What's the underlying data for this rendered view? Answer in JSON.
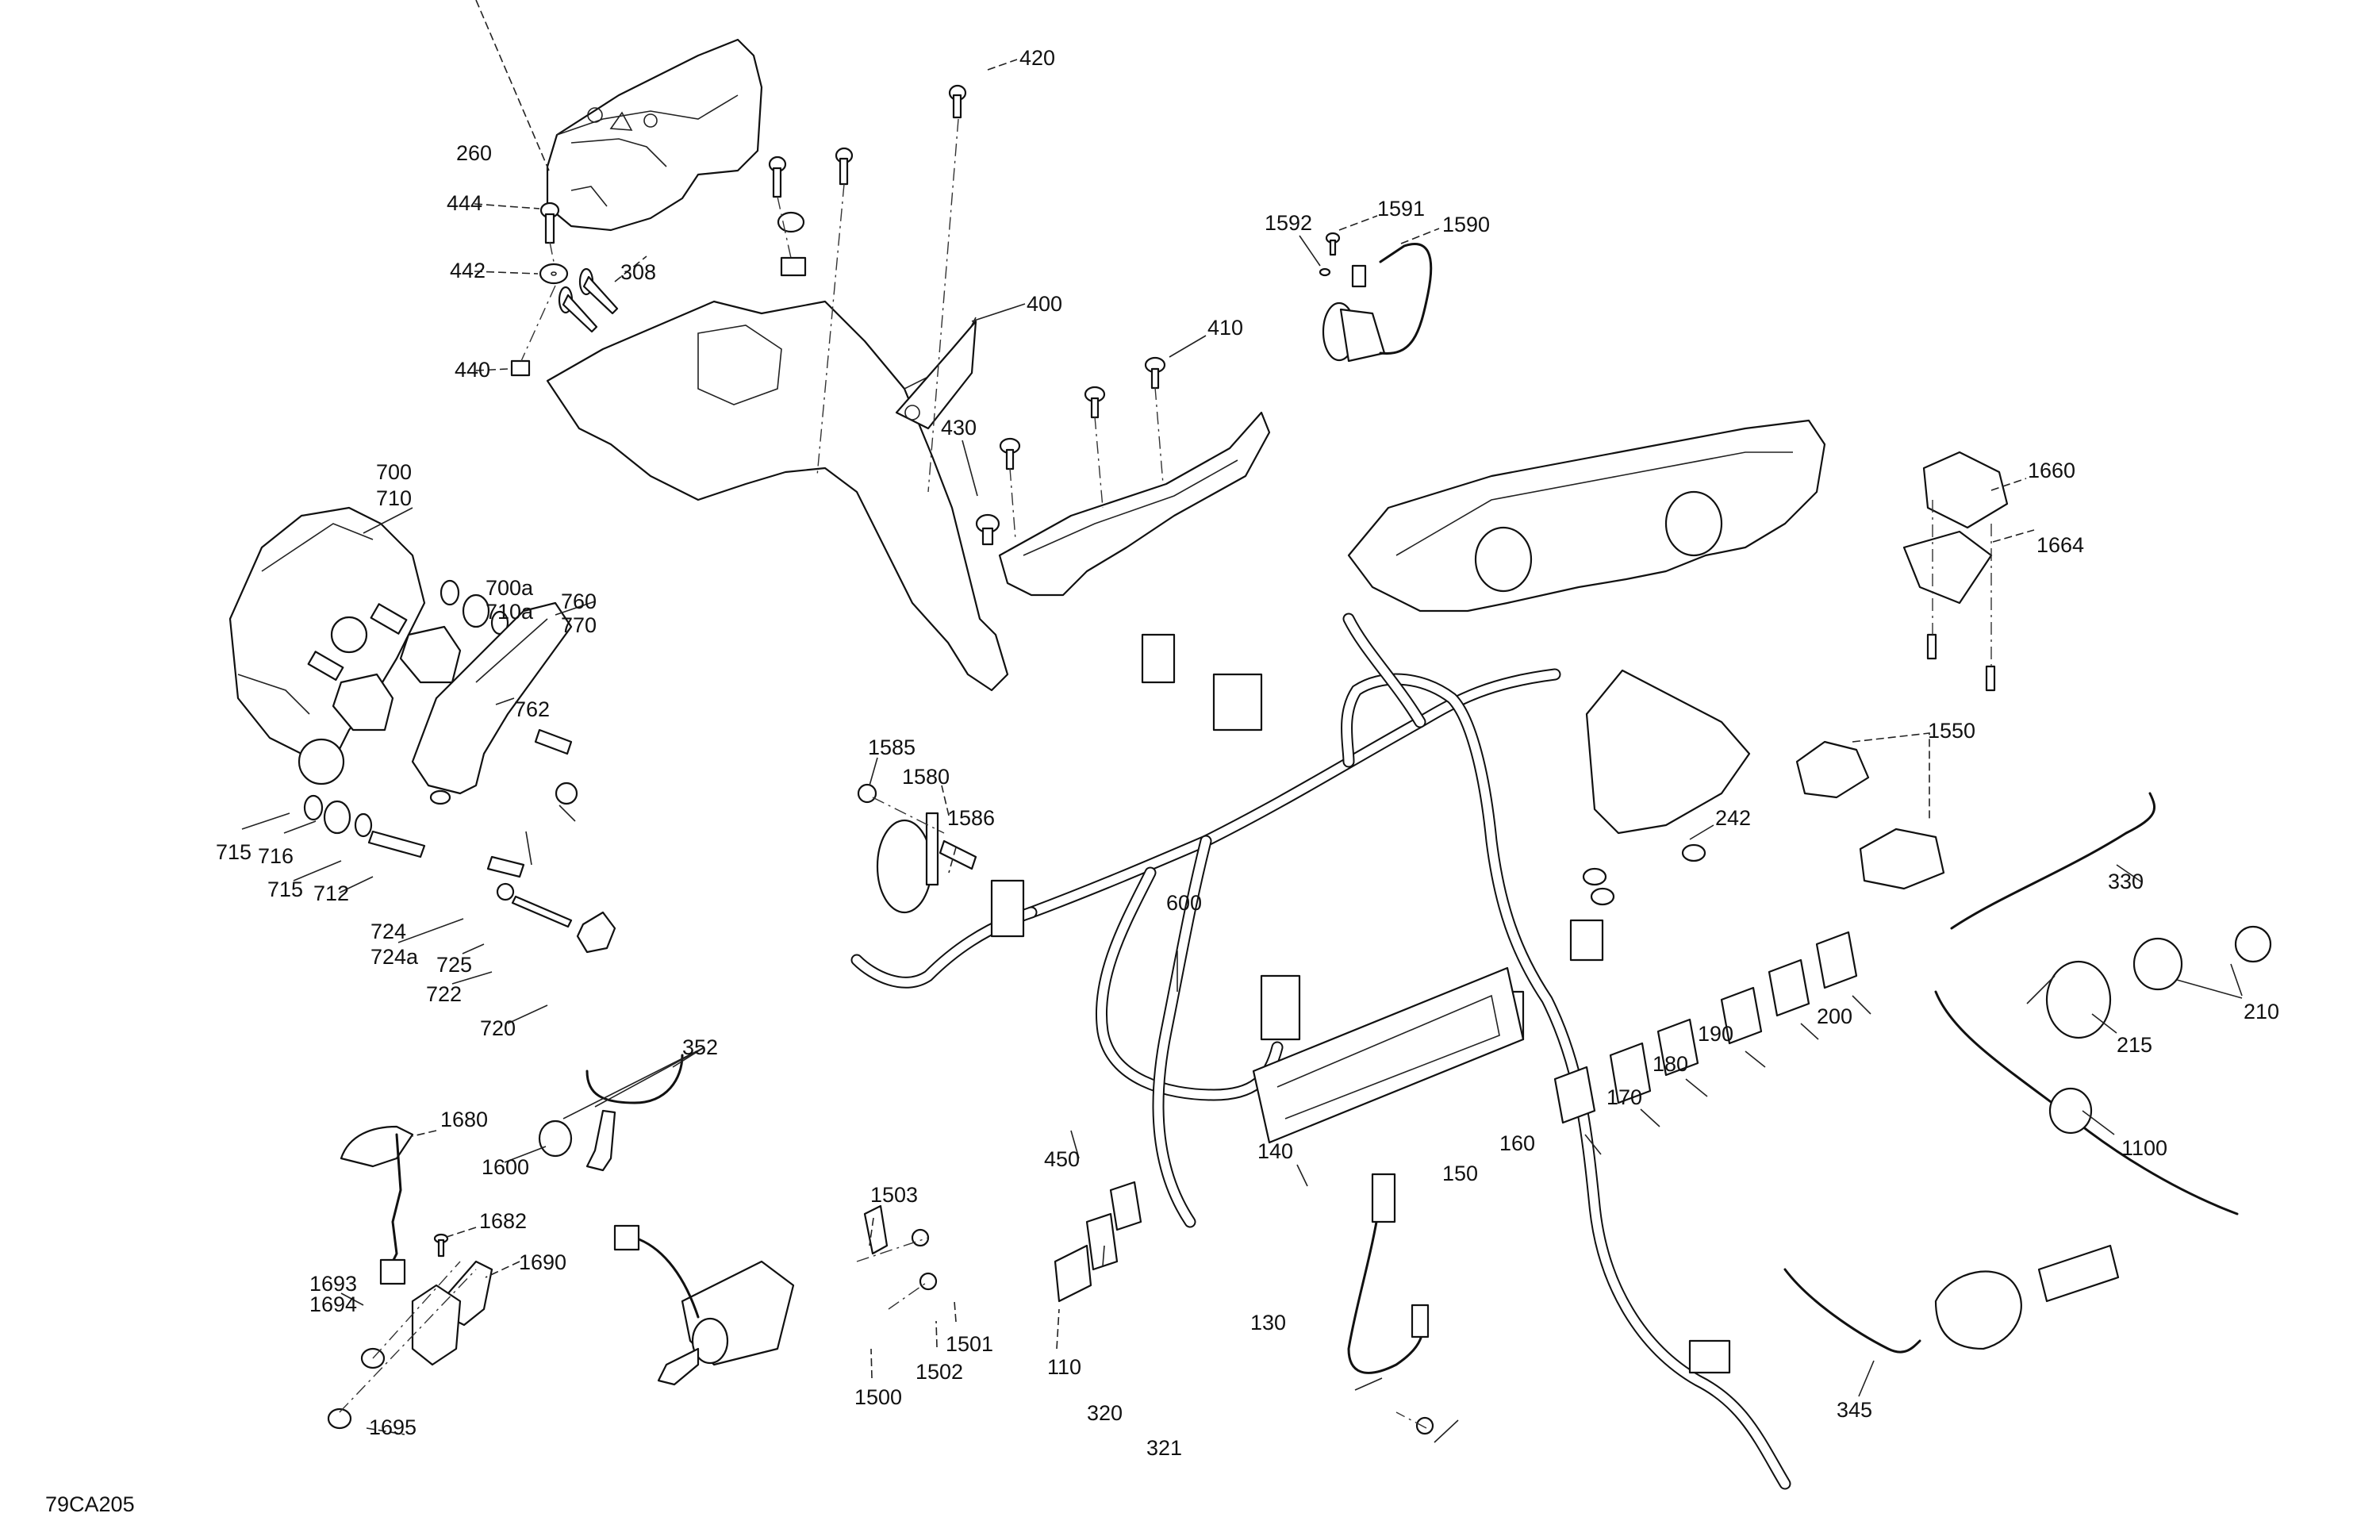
{
  "figure": {
    "reference_code": "79CA205",
    "type": "exploded-parts-diagram"
  },
  "callouts": [
    {
      "id": "c420",
      "label": "420"
    },
    {
      "id": "c260",
      "label": "260"
    },
    {
      "id": "c444",
      "label": "444"
    },
    {
      "id": "c442",
      "label": "442"
    },
    {
      "id": "c308",
      "label": "308"
    },
    {
      "id": "c440",
      "label": "440"
    },
    {
      "id": "c400",
      "label": "400"
    },
    {
      "id": "c410",
      "label": "410"
    },
    {
      "id": "c430",
      "label": "430"
    },
    {
      "id": "c1592",
      "label": "1592"
    },
    {
      "id": "c1591",
      "label": "1591"
    },
    {
      "id": "c1590",
      "label": "1590"
    },
    {
      "id": "c700",
      "label": "700"
    },
    {
      "id": "c710",
      "label": "710"
    },
    {
      "id": "c700a",
      "label": "700a"
    },
    {
      "id": "c710a",
      "label": "710a"
    },
    {
      "id": "c760",
      "label": "760"
    },
    {
      "id": "c770",
      "label": "770"
    },
    {
      "id": "c762",
      "label": "762"
    },
    {
      "id": "c715a",
      "label": "715"
    },
    {
      "id": "c716",
      "label": "716"
    },
    {
      "id": "c715b",
      "label": "715"
    },
    {
      "id": "c712",
      "label": "712"
    },
    {
      "id": "c724",
      "label": "724"
    },
    {
      "id": "c724a",
      "label": "724a"
    },
    {
      "id": "c725",
      "label": "725"
    },
    {
      "id": "c722",
      "label": "722"
    },
    {
      "id": "c720",
      "label": "720"
    },
    {
      "id": "c1660",
      "label": "1660"
    },
    {
      "id": "c1664",
      "label": "1664"
    },
    {
      "id": "c1550",
      "label": "1550"
    },
    {
      "id": "c242",
      "label": "242"
    },
    {
      "id": "c330",
      "label": "330"
    },
    {
      "id": "c210",
      "label": "210"
    },
    {
      "id": "c215",
      "label": "215"
    },
    {
      "id": "c1100",
      "label": "1100"
    },
    {
      "id": "c345",
      "label": "345"
    },
    {
      "id": "c1585",
      "label": "1585"
    },
    {
      "id": "c1580",
      "label": "1580"
    },
    {
      "id": "c1586",
      "label": "1586"
    },
    {
      "id": "c600",
      "label": "600"
    },
    {
      "id": "c450",
      "label": "450"
    },
    {
      "id": "c352",
      "label": "352"
    },
    {
      "id": "c1600",
      "label": "1600"
    },
    {
      "id": "c1680",
      "label": "1680"
    },
    {
      "id": "c1682",
      "label": "1682"
    },
    {
      "id": "c1690",
      "label": "1690"
    },
    {
      "id": "c1693",
      "label": "1693"
    },
    {
      "id": "c1694",
      "label": "1694"
    },
    {
      "id": "c1695",
      "label": "1695"
    },
    {
      "id": "c1503",
      "label": "1503"
    },
    {
      "id": "c1500",
      "label": "1500"
    },
    {
      "id": "c1502",
      "label": "1502"
    },
    {
      "id": "c1501",
      "label": "1501"
    },
    {
      "id": "c140",
      "label": "140"
    },
    {
      "id": "c130",
      "label": "130"
    },
    {
      "id": "c110",
      "label": "110"
    },
    {
      "id": "c320",
      "label": "320"
    },
    {
      "id": "c321",
      "label": "321"
    },
    {
      "id": "c150",
      "label": "150"
    },
    {
      "id": "c160",
      "label": "160"
    },
    {
      "id": "c170",
      "label": "170"
    },
    {
      "id": "c180",
      "label": "180"
    },
    {
      "id": "c190",
      "label": "190"
    },
    {
      "id": "c200",
      "label": "200"
    }
  ]
}
